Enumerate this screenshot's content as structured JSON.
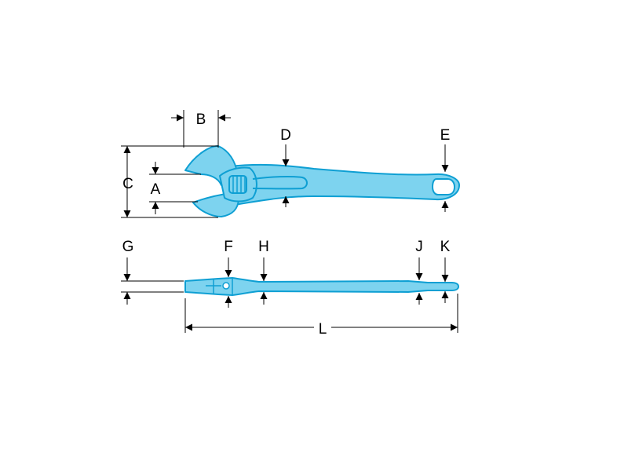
{
  "colors": {
    "tool_fill": "#7dd3ef",
    "tool_stroke": "#0e9fd3",
    "ink": "#000000"
  },
  "labels": {
    "A": "A",
    "B": "B",
    "C": "C",
    "D": "D",
    "E": "E",
    "F": "F",
    "G": "G",
    "H": "H",
    "J": "J",
    "K": "K",
    "L": "L"
  }
}
